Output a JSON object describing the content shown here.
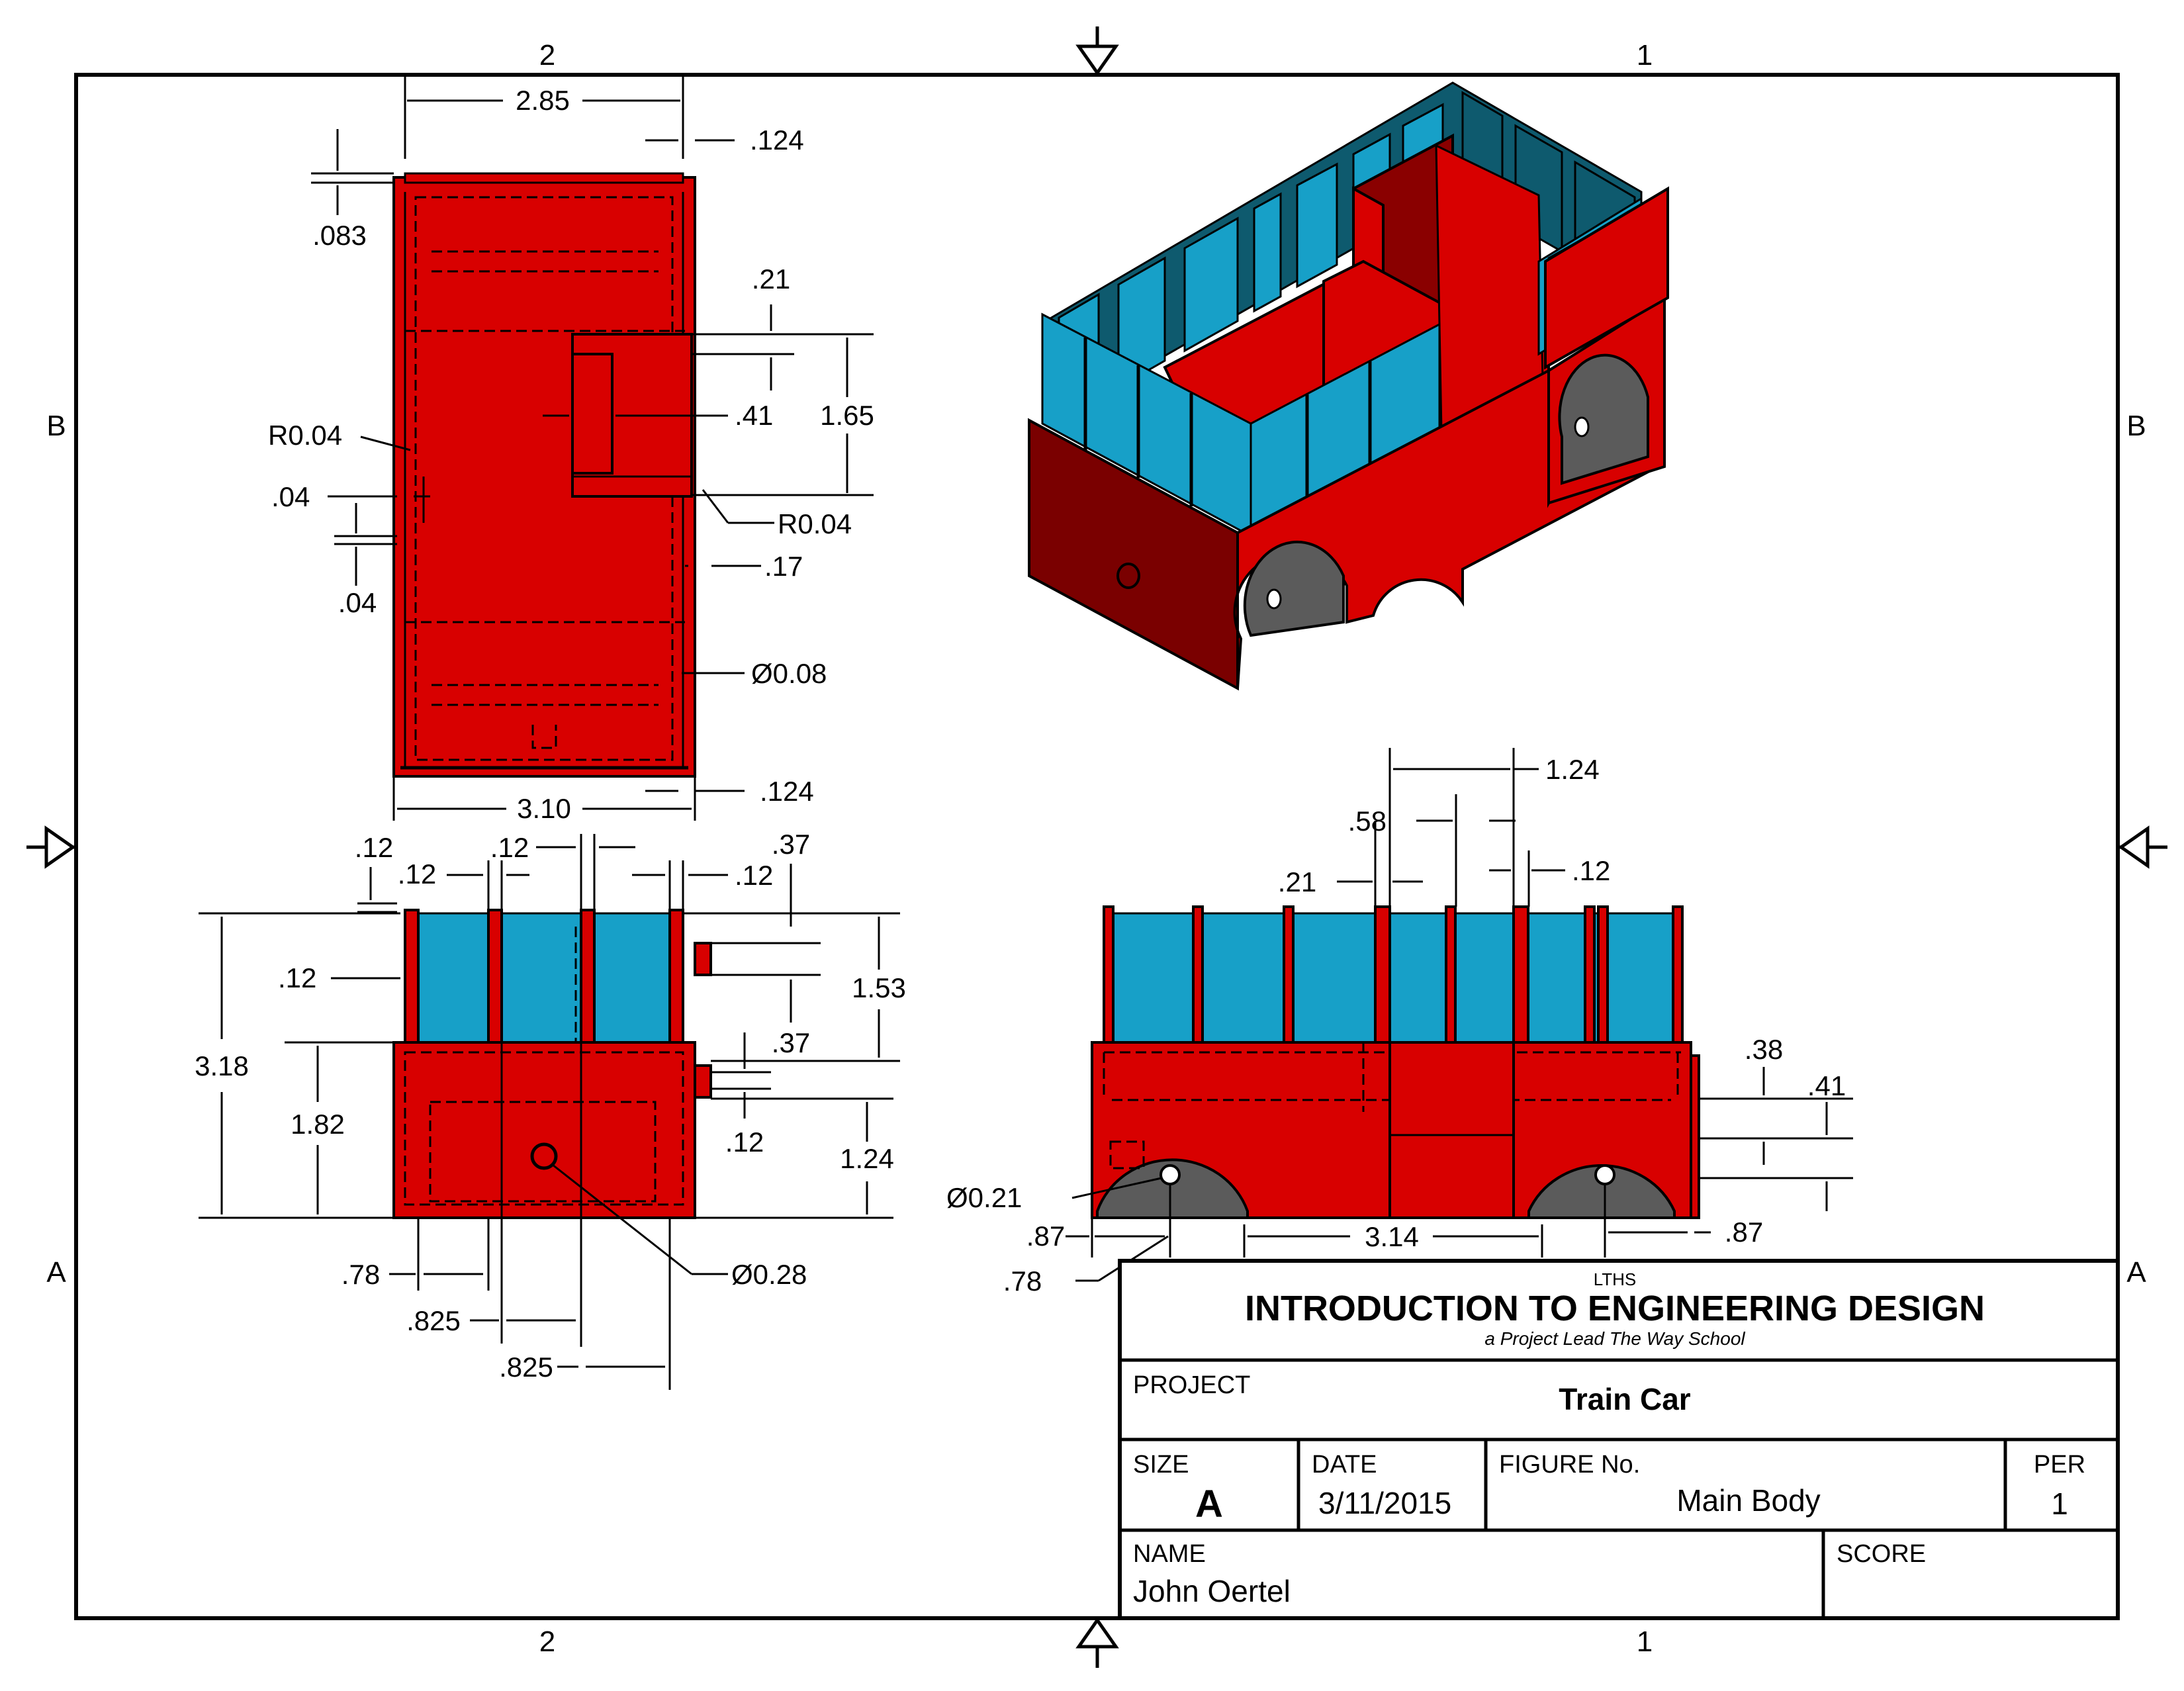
{
  "zones": {
    "top_left": "2",
    "top_right": "1",
    "bottom_left": "2",
    "bottom_right": "1",
    "left_upper": "B",
    "left_lower": "A",
    "right_upper": "B",
    "right_lower": "A"
  },
  "top_view_dims": {
    "width": "2.85",
    "right_edge": ".124",
    "top_edge": ".083",
    "boss_w": ".21",
    "boss_inset": ".41",
    "boss_h": "1.65",
    "radius_left": "R0.04",
    "radius_right": "R0.04",
    "gap_h": ".04",
    "gap_v": ".04",
    "rail": ".17",
    "hole": "Ø0.08",
    "overall": "3.10",
    "bottom_edge": ".124"
  },
  "end_view_dims": {
    "a": ".12",
    "b": ".12",
    "c": ".12",
    "d": ".12",
    "e": ".37",
    "post": ".12",
    "height": "3.18",
    "upper": "1.53",
    "f": ".37",
    "body": "1.82",
    "g": ".12",
    "lower": "1.24",
    "off1": ".78",
    "off2": ".825",
    "off3": ".825",
    "axle": "Ø0.28"
  },
  "side_view_dims": {
    "cab": "1.24",
    "door": ".58",
    "post": ".21",
    "post2": ".12",
    "h1": ".38",
    "h2": ".41",
    "axle": "Ø0.21",
    "wheel_in": ".87",
    "wheel_off": ".78",
    "span": "3.14",
    "wheel_in2": ".87"
  },
  "title_block": {
    "school": "LTHS",
    "course": "INTRODUCTION TO ENGINEERING DESIGN",
    "tagline": "a Project Lead The Way School",
    "project_label": "PROJECT",
    "project": "Train Car",
    "size_label": "SIZE",
    "size": "A",
    "date_label": "DATE",
    "date": "3/11/2015",
    "figure_label": "FIGURE No.",
    "figure": "Main Body",
    "per_label": "PER",
    "per": "1",
    "name_label": "NAME",
    "name": "John Oertel",
    "score_label": "SCORE"
  },
  "colors": {
    "body": "#d80000",
    "shadow": "#7a0000",
    "glass": "#17a0c8",
    "wheel": "#5b5b5b"
  }
}
